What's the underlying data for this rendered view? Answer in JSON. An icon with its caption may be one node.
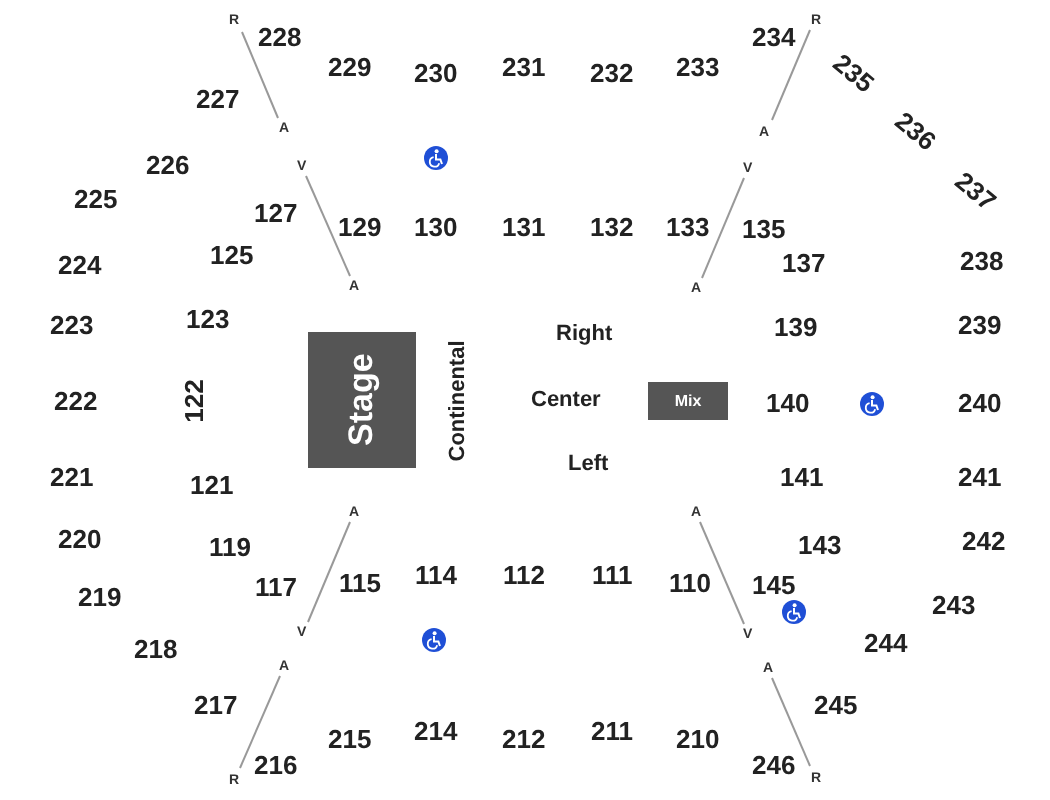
{
  "diagram": {
    "nodes": [
      {
        "text": [
          "Stage"
        ]
      },
      {
        "text": [
          "Mix"
        ]
      }
    ],
    "labels": [
      "R",
      "228",
      "229",
      "230",
      "231",
      "232",
      "233",
      "234",
      "R",
      "235",
      "227",
      "236",
      "A",
      "A",
      "226",
      "V",
      "V",
      "237",
      "225",
      "127",
      "129",
      "130",
      "131",
      "132",
      "133",
      "135",
      "224",
      "125",
      "137",
      "238",
      "A",
      "A",
      "223",
      "123",
      "Right",
      "139",
      "239",
      "222",
      "122",
      "Continental",
      "Center",
      "140",
      "240",
      "221",
      "121",
      "Left",
      "141",
      "241",
      "220",
      "119",
      "A",
      "A",
      "143",
      "242",
      "117",
      "115",
      "114",
      "112",
      "111",
      "110",
      "145",
      "219",
      "243",
      "V",
      "V",
      "218",
      "244",
      "A",
      "A",
      "217",
      "245",
      "216",
      "215",
      "214",
      "212",
      "211",
      "210",
      "246",
      "R",
      "R"
    ]
  }
}
